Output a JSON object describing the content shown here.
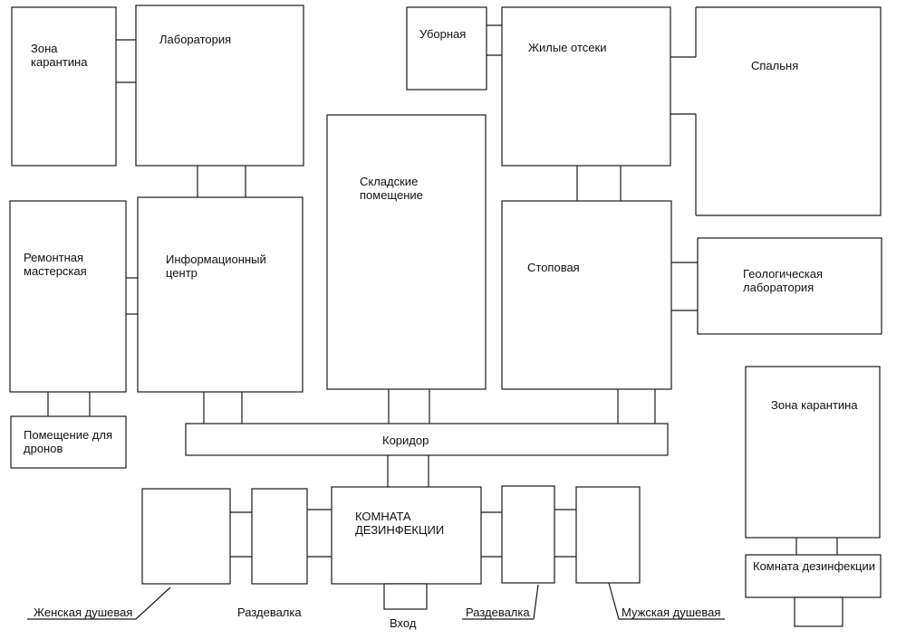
{
  "rooms": {
    "quarantine_top": "Зона\nкарантина",
    "laboratory": "Лаборатория",
    "toilet": "Уборная",
    "living_quarters": "Жилые отсеки",
    "bedroom": "Спальня",
    "storage": "Складские\nпомещение",
    "repair_workshop": "Ремонтная\nмастерская",
    "info_center": "Информационный\nцентр",
    "dining": "Стоповая",
    "geology_lab": "Геологическая\nлаборатория",
    "drone_room": "Помещение для\nдронов",
    "quarantine_right": "Зона карантина",
    "corridor": "Коридор",
    "disinfection_main": "КОМНАТА\nДЕЗИНФЕКЦИИ",
    "disinfection_right": "Комната дезинфекции"
  },
  "callouts": {
    "womens_shower": "Женская душевая",
    "changing_left": "Раздевалка",
    "entrance": "Вход",
    "changing_right": "Раздевалка",
    "mens_shower": "Мужская душевая"
  }
}
